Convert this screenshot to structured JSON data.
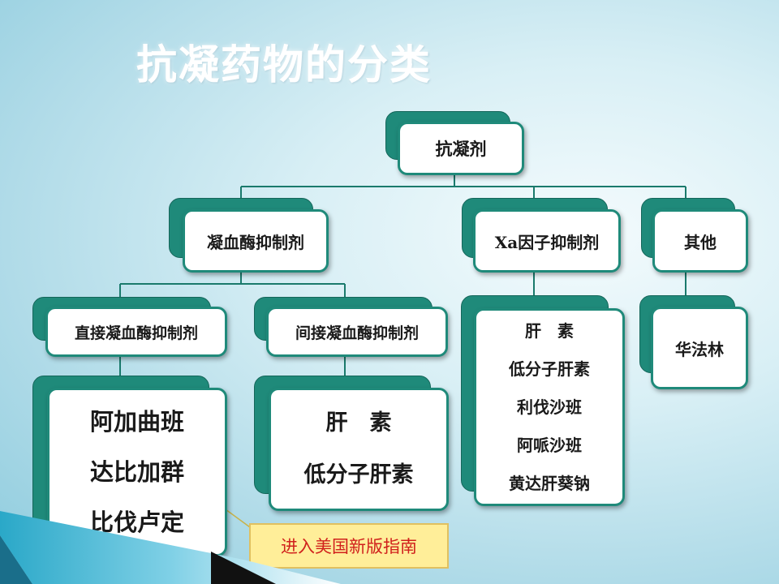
{
  "title": "抗凝药物的分类",
  "nodes": {
    "root": "抗凝剂",
    "thrombin": "凝血酶抑制剂",
    "xa": "Xa因子抑制剂",
    "other": "其他",
    "direct": "直接凝血酶抑制剂",
    "indirect": "间接凝血酶抑制剂"
  },
  "lists": {
    "direct": [
      "阿加曲班",
      "达比加群",
      "比伐卢定"
    ],
    "indirect": [
      "肝　素",
      "低分子肝素"
    ],
    "xa": [
      "肝　素",
      "低分子肝素",
      "利伐沙班",
      "阿哌沙班",
      "黄达肝葵钠"
    ],
    "other": [
      "华法林"
    ]
  },
  "callout": "进入美国新版指南",
  "colors": {
    "accent": "#1f8a7a",
    "callout_text": "#d0201c",
    "callout_bg": "#ffee99"
  }
}
